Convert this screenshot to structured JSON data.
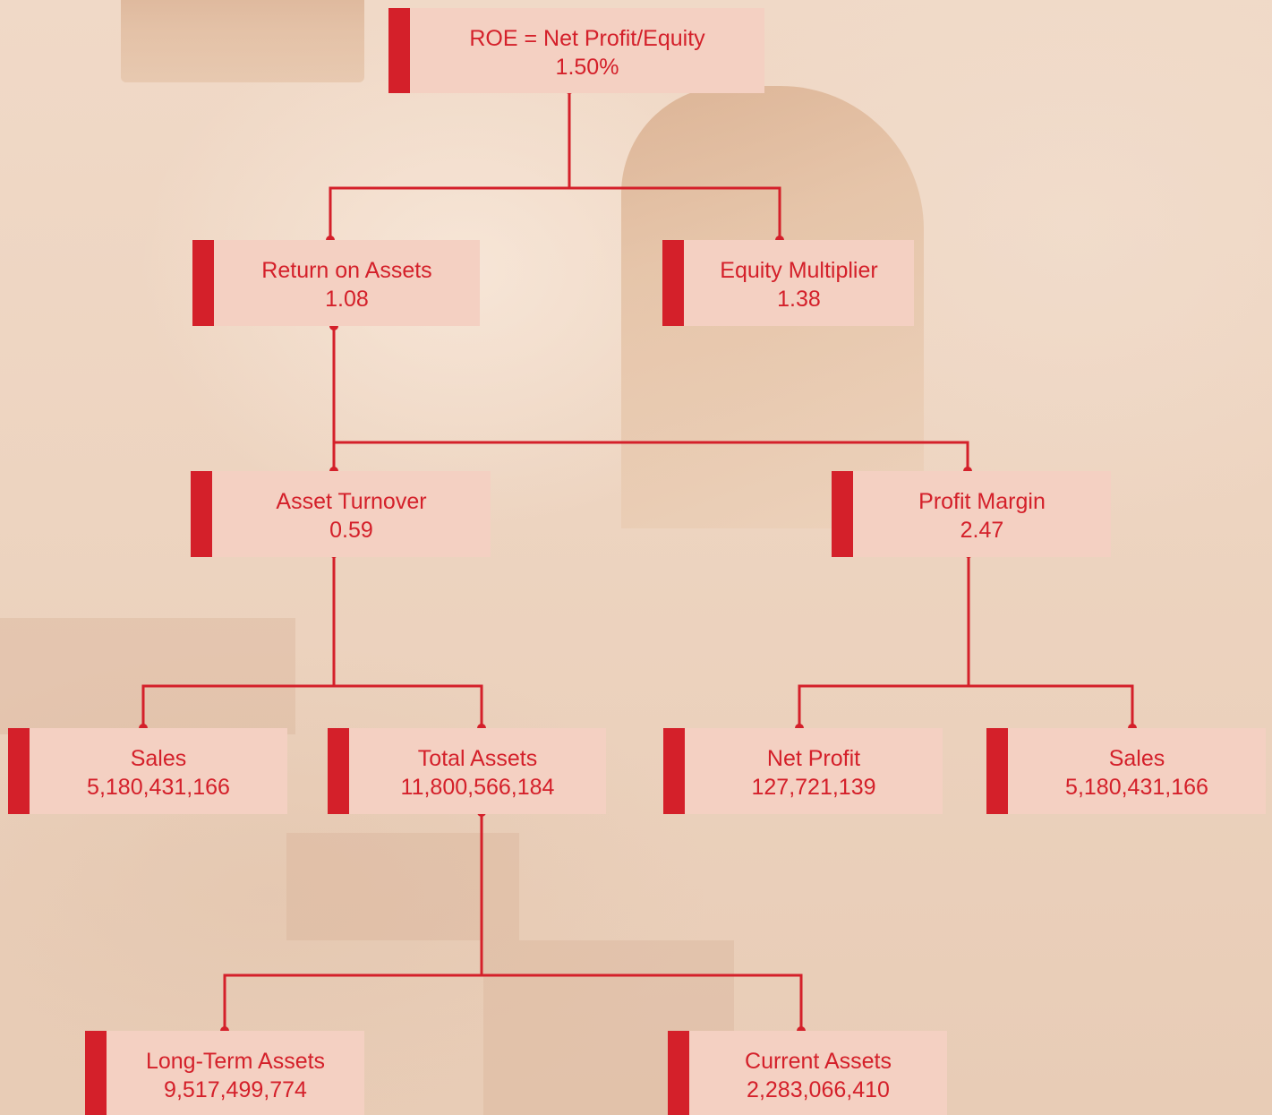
{
  "nodes": {
    "roe": {
      "label": "ROE = Net Profit/Equity",
      "value": "1.50%"
    },
    "roa": {
      "label": "Return on Assets",
      "value": "1.08"
    },
    "equity_multiplier": {
      "label": "Equity Multiplier",
      "value": "1.38"
    },
    "asset_turnover": {
      "label": "Asset Turnover",
      "value": "0.59"
    },
    "profit_margin": {
      "label": "Profit Margin",
      "value": "2.47"
    },
    "sales_left": {
      "label": "Sales",
      "value": "5,180,431,166"
    },
    "total_assets": {
      "label": "Total Assets",
      "value": "11,800,566,184"
    },
    "net_profit": {
      "label": "Net Profit",
      "value": "127,721,139"
    },
    "sales_right": {
      "label": "Sales",
      "value": "5,180,431,166"
    },
    "long_term_assets": {
      "label": "Long-Term Assets",
      "value": "9,517,499,774"
    },
    "current_assets": {
      "label": "Current Assets",
      "value": "2,283,066,410"
    }
  },
  "colors": {
    "accent": "#d4202a",
    "box_fill": "#f4d0c2"
  }
}
